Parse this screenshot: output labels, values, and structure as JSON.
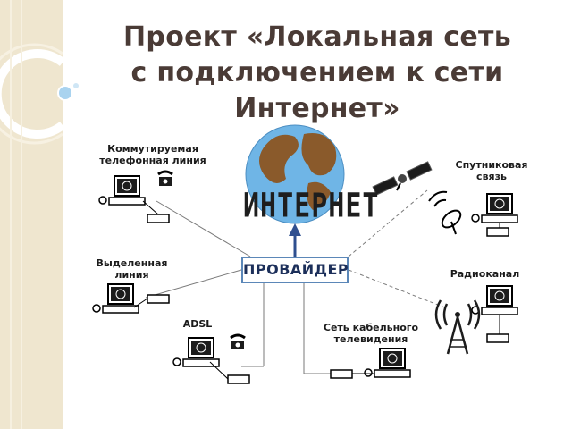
{
  "title": {
    "line1": "Проект «Локальная сеть",
    "line2": "с подключением к сети",
    "line3": "Интернет»"
  },
  "diagram": {
    "internet_label": "ИНТЕРНЕТ",
    "provider_label": "ПРОВАЙДЕР",
    "nodes": {
      "dialup": "Коммутируемая\nтелефонная линия",
      "satellite": "Спутниковая\nсвязь",
      "leased": "Выделенная\nлиния",
      "radio": "Радиоканал",
      "adsl": "ADSL",
      "cable": "Сеть кабельного\nтелевидения"
    }
  },
  "colors": {
    "sidebar": "#efe6cf",
    "title_text": "#4a3b36",
    "provider_border": "#5b87b8",
    "arrow": "#2f4f8f",
    "ocean": "#6fb5e6",
    "land": "#8a5a2b"
  },
  "icons": [
    "computer-icon",
    "phone-icon",
    "modem-icon",
    "satellite-icon",
    "dish-icon",
    "radio-tower-icon",
    "globe-icon"
  ]
}
